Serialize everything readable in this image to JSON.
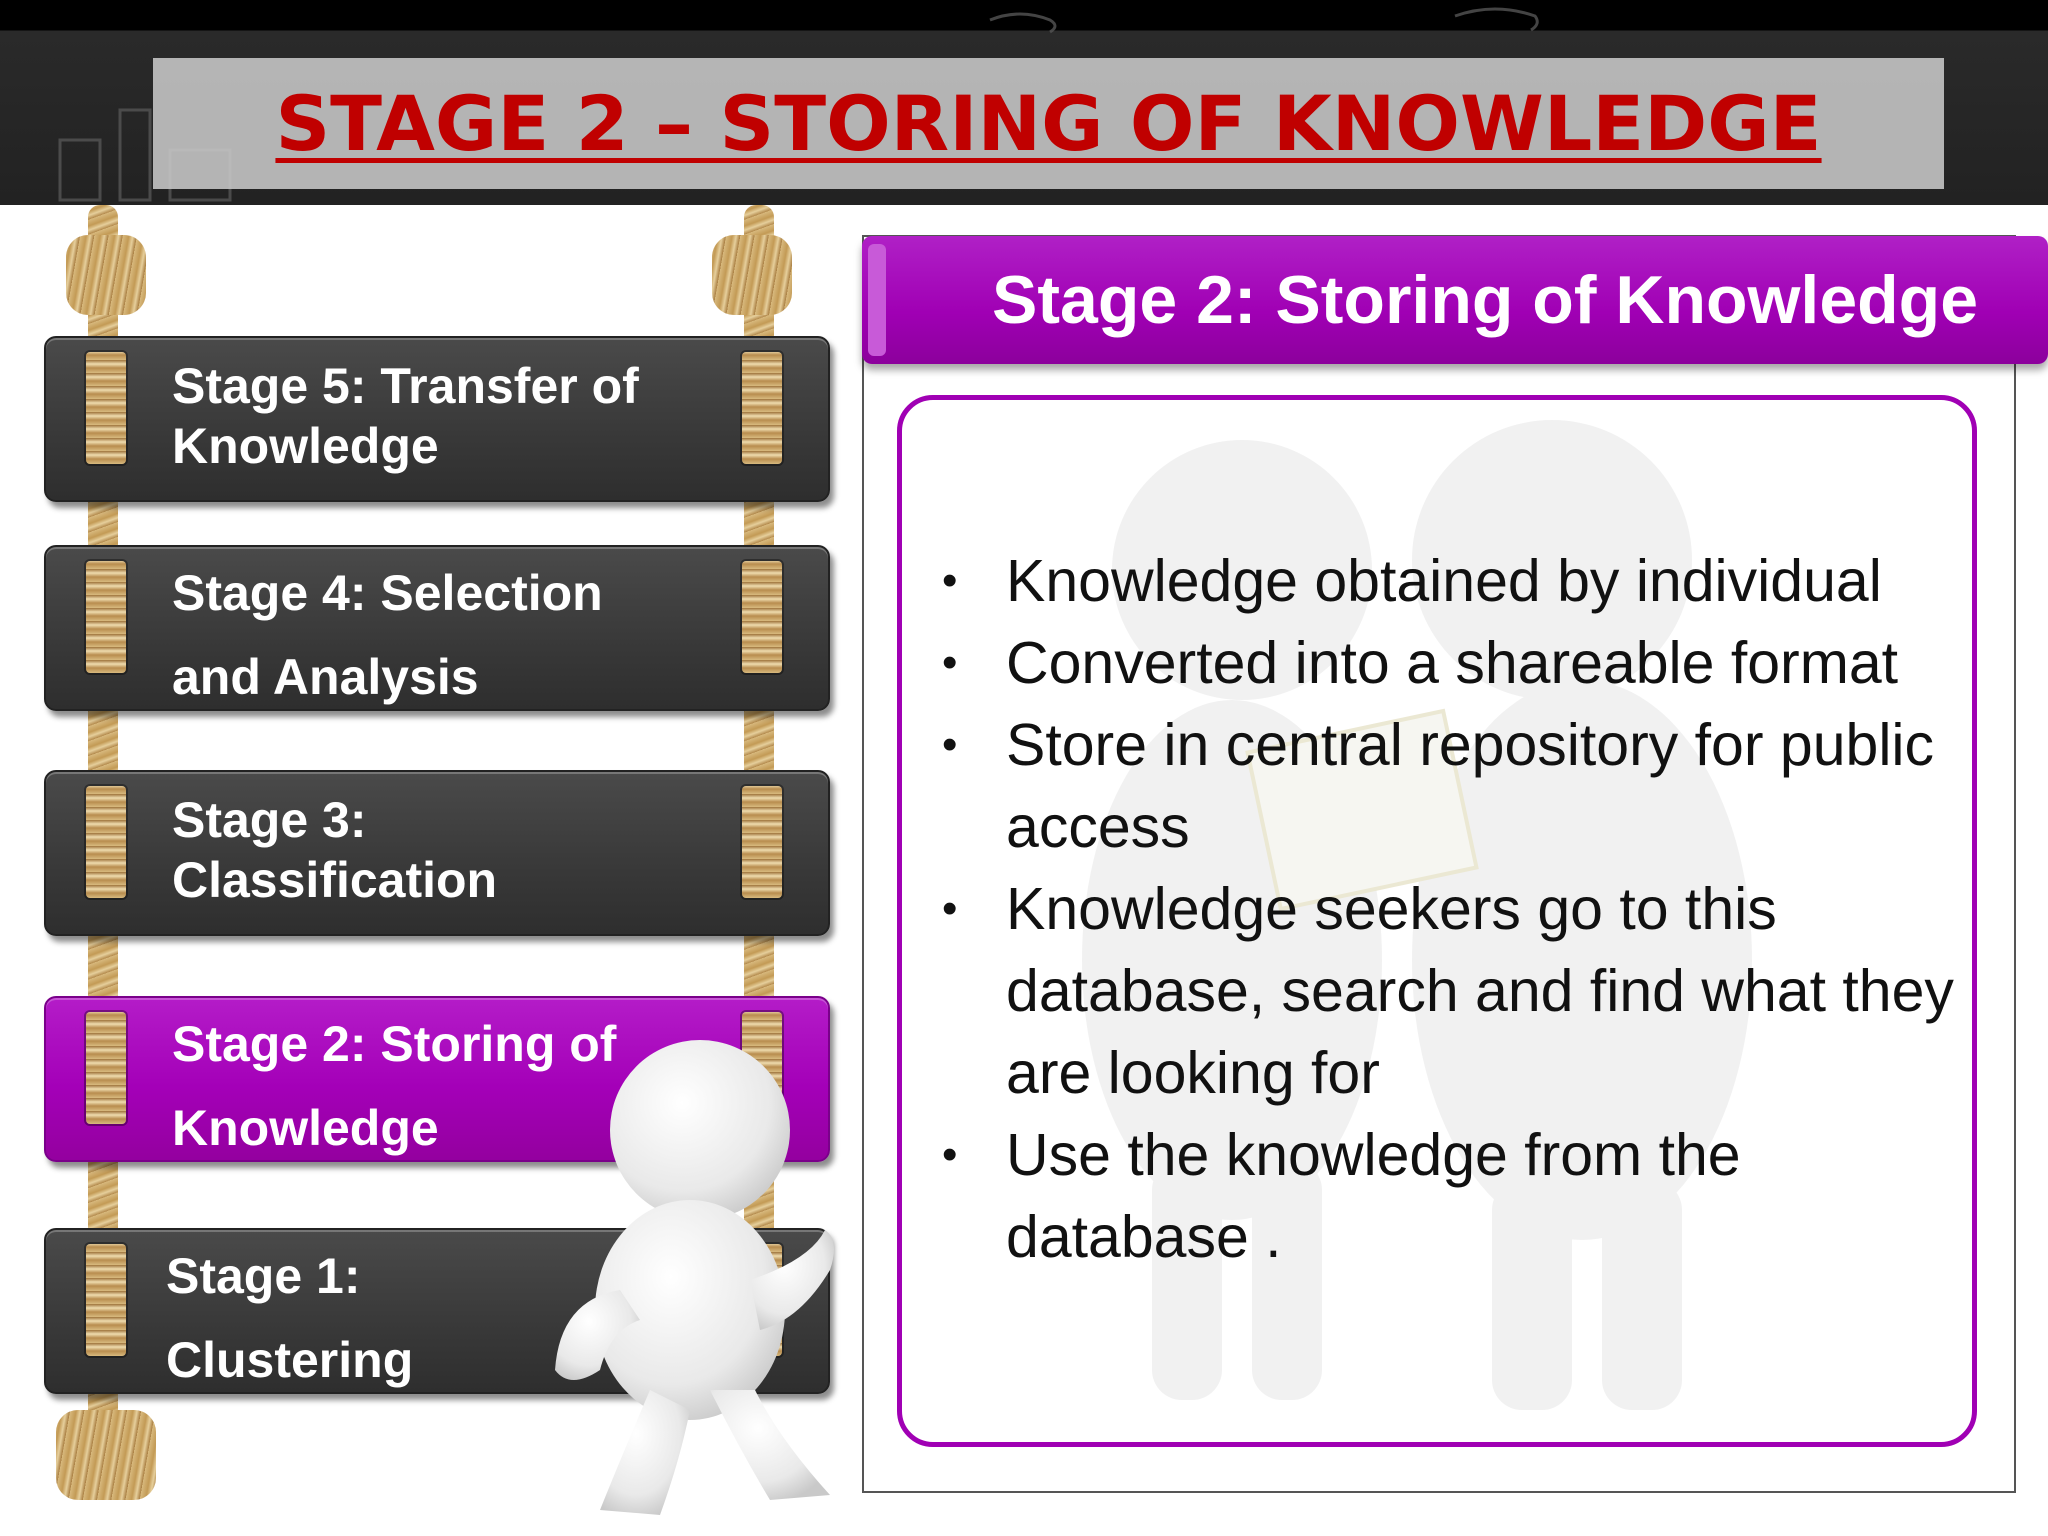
{
  "header": {
    "title": "STAGE 2 – STORING OF KNOWLEDGE"
  },
  "ladder": {
    "rungs": [
      {
        "label": "Stage 5: Transfer of Knowledge",
        "active": false
      },
      {
        "label": "Stage 4: Selection and Analysis",
        "active": false
      },
      {
        "label": "Stage 3: Classification",
        "active": false
      },
      {
        "label": "Stage 2: Storing of Knowledge",
        "active": true
      },
      {
        "label": "Stage 1: Clustering",
        "active": false
      }
    ]
  },
  "panel": {
    "title": "Stage 2: Storing of Knowledge",
    "bullets": [
      " Knowledge obtained by individual",
      "Converted into a shareable format",
      "Store in central repository for public access",
      "Knowledge seekers go to this database, search and find what they are looking for",
      " Use the knowledge from the database ."
    ]
  },
  "colors": {
    "title_red": "#c00000",
    "accent_purple": "#a000b4",
    "rung_dark": "#3a3a3a"
  }
}
